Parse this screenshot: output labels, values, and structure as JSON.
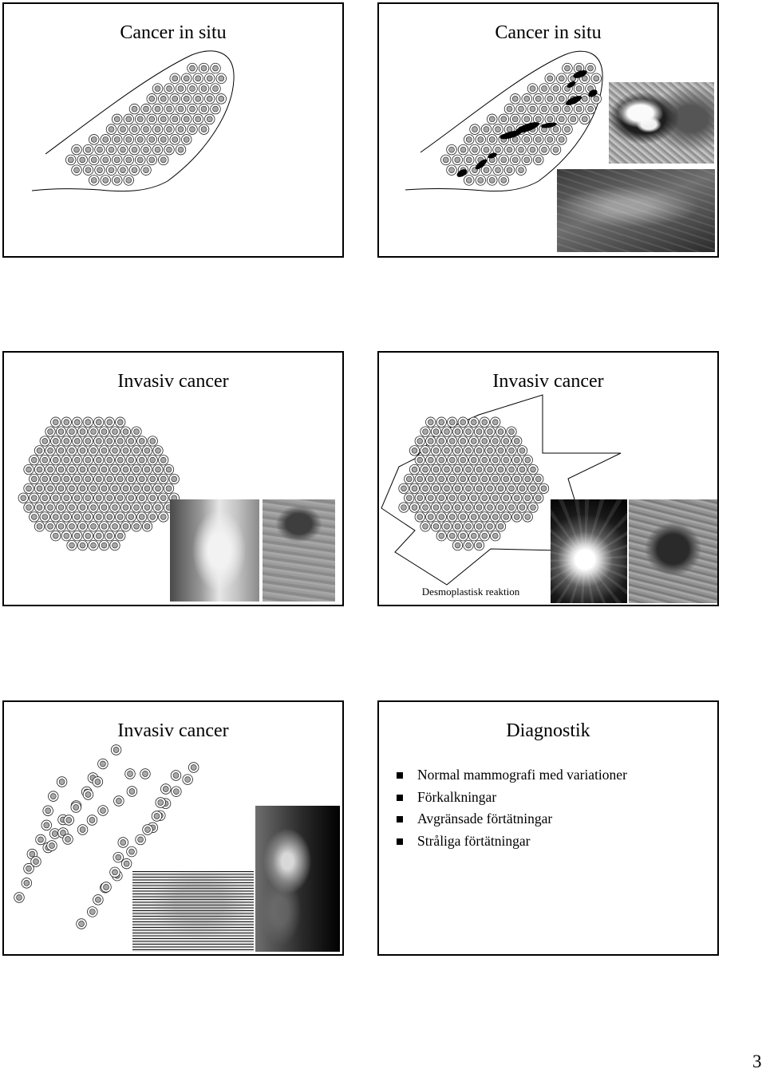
{
  "slides": [
    {
      "title": "Cancer in situ"
    },
    {
      "title": "Cancer in situ"
    },
    {
      "title": "Invasiv cancer"
    },
    {
      "title": "Invasiv cancer",
      "caption": "Desmoplastisk reaktion"
    },
    {
      "title": "Invasiv cancer"
    },
    {
      "title": "Diagnostik",
      "bullets": [
        "Normal mammografi med variationer",
        "Förkalkningar",
        "Avgränsade förtätningar",
        "Stråliga förtätningar"
      ]
    }
  ],
  "page_number": "3"
}
